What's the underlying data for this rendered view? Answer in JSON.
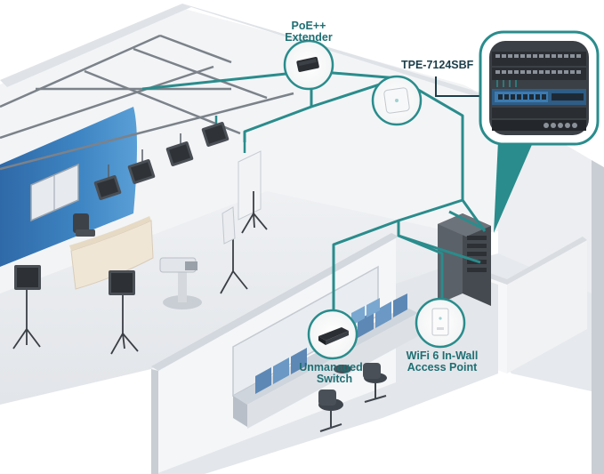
{
  "labels": {
    "poe_extender_line1": "PoE++",
    "poe_extender_line2": "Extender",
    "rack_switch": "TPE-7124SBF",
    "unmanaged_line1": "Unmanaged",
    "unmanaged_line2": "Switch",
    "wifi_line1": "WiFi 6 In-Wall",
    "wifi_line2": "Access Point"
  },
  "colors": {
    "cable": "#2a8c8c",
    "label_teal": "#1e6f73",
    "label_dark": "#1b3e4a",
    "floor": "#e9ecef",
    "wall": "#f4f5f7",
    "wall_side": "#d9dde2",
    "backdrop": "#3a78b5"
  },
  "icons": [
    "poe-extender-icon",
    "ceiling-access-point-icon",
    "unmanaged-switch-icon",
    "in-wall-access-point-icon",
    "network-rack-icon"
  ]
}
